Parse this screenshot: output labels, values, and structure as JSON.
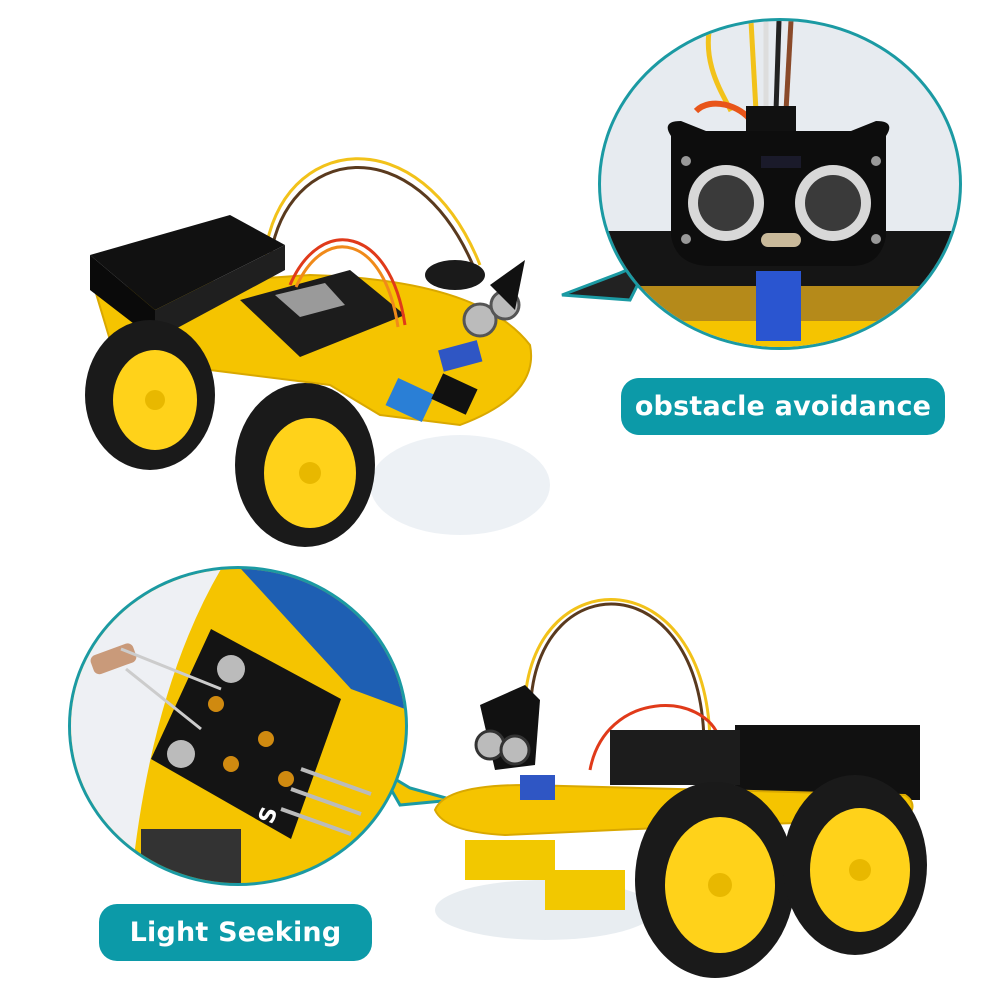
{
  "labels": {
    "top": "obstacle avoidance",
    "bottom": "Light Seeking"
  },
  "colors": {
    "label_bg": "#0c9aa8",
    "label_text": "#ffffff",
    "bubble_border": "#1b9aa3",
    "chassis_yellow": "#f5c400",
    "wheel_yellow": "#ffd21a",
    "tire_black": "#1a1a1a"
  },
  "callouts": [
    {
      "feature": "ultrasonic-sensor-closeup",
      "label_ref": "labels.top"
    },
    {
      "feature": "photoresistor-module-closeup",
      "label_ref": "labels.bottom"
    }
  ],
  "sensor_pin_text": "S"
}
